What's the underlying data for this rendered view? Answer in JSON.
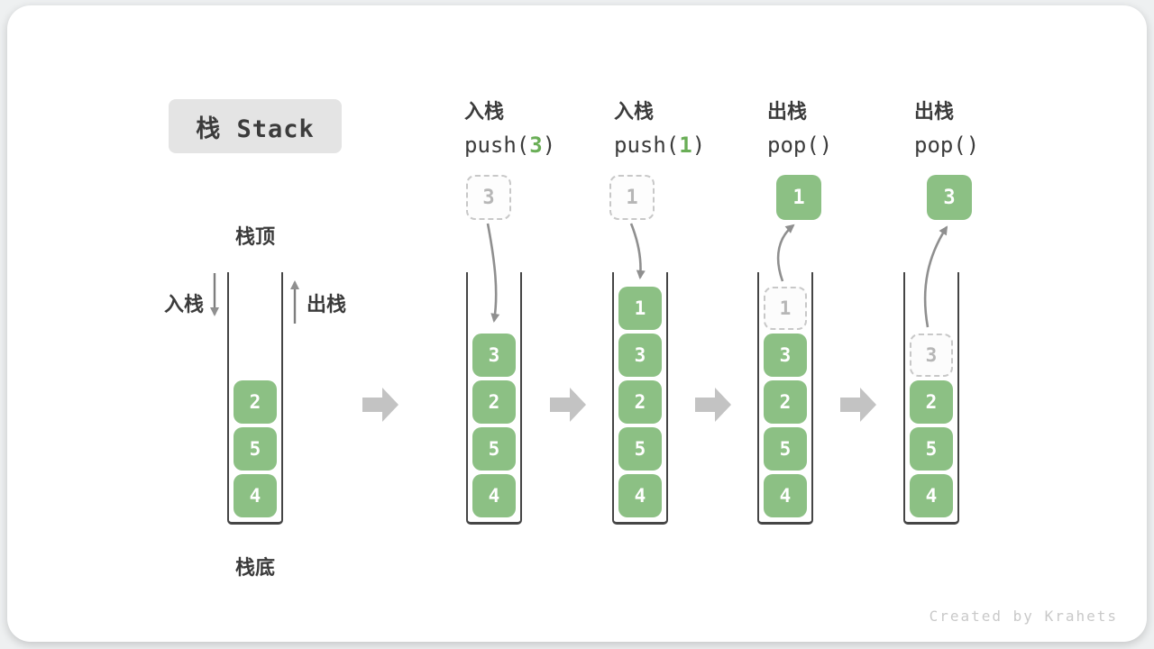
{
  "title": {
    "text": "栈 Stack"
  },
  "labels": {
    "stack_top": "栈顶",
    "stack_bottom": "栈底",
    "push_cn": "入栈",
    "pop_cn": "出栈"
  },
  "steps": [
    {
      "items": [
        "2",
        "5",
        "4"
      ]
    },
    {
      "op": "入栈",
      "code_pre": "push(",
      "code_arg": "3",
      "code_post": ")",
      "float_value": "3",
      "items": [
        "3",
        "2",
        "5",
        "4"
      ]
    },
    {
      "op": "入栈",
      "code_pre": "push(",
      "code_arg": "1",
      "code_post": ")",
      "float_value": "1",
      "items": [
        "1",
        "3",
        "2",
        "5",
        "4"
      ]
    },
    {
      "op": "出栈",
      "code_pre": "pop(",
      "code_arg": "",
      "code_post": ")",
      "float_value": "1",
      "items": [
        "1",
        "3",
        "2",
        "5",
        "4"
      ]
    },
    {
      "op": "出栈",
      "code_pre": "pop(",
      "code_arg": "",
      "code_post": ")",
      "float_value": "3",
      "items": [
        "3",
        "2",
        "5",
        "4"
      ]
    }
  ],
  "watermark": "Created by Krahets",
  "colors": {
    "green": "#8CC084",
    "arg_green": "#6aae57",
    "wall": "#454545",
    "text_dark": "#3b3b3b",
    "ghost_border": "#c8c8c8",
    "ghost_text": "#b6b6b6",
    "block_arrow": "#c3c3c3",
    "curve_arrow": "#8f8f8f",
    "title_bg": "#e4e4e4",
    "watermark": "#c9c9c9"
  }
}
